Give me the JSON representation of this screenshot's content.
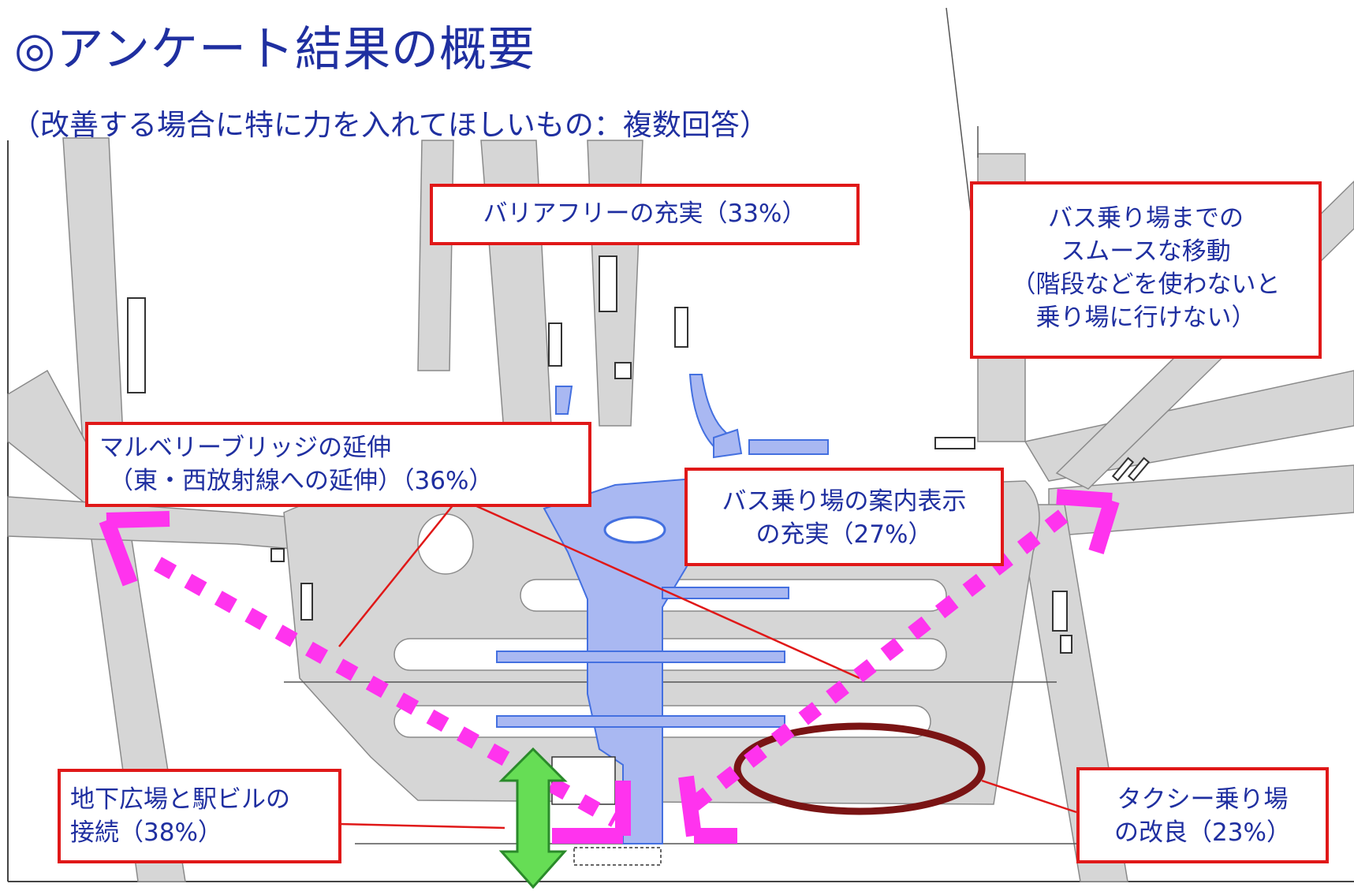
{
  "title": "◎アンケート結果の概要",
  "subtitle": "（改善する場合に特に力を入れてほしいもの：複数回答）",
  "callouts": {
    "barrier_free": "バリアフリーの充実（33%）",
    "bus_move": {
      "line1": "バス乗り場までの",
      "line2": "スムースな移動",
      "line3": "（階段などを使わないと",
      "line4": "乗り場に行けない）"
    },
    "mulberry": {
      "line1": "マルベリーブリッジの延伸",
      "line2": "（東・西放射線への延伸）（36%）"
    },
    "bus_guide": {
      "line1": "バス乗り場の案内表示",
      "line2": "の充実（27%）"
    },
    "underground": {
      "line1": "地下広場と駅ビルの",
      "line2": "接続（38%）"
    },
    "taxi": {
      "line1": "タクシー乗り場",
      "line2": "の改良（23%）"
    }
  },
  "colors": {
    "title_text": "#1f2fa0",
    "callout_border": "#e01818",
    "road_fill": "#d6d6d6",
    "deck_fill": "#a9b8f2",
    "deck_stroke": "#4470e0",
    "dotted_arrow": "#ff33ee",
    "vertical_arrow": "#44cc44",
    "taxi_ellipse": "#7a1414"
  }
}
